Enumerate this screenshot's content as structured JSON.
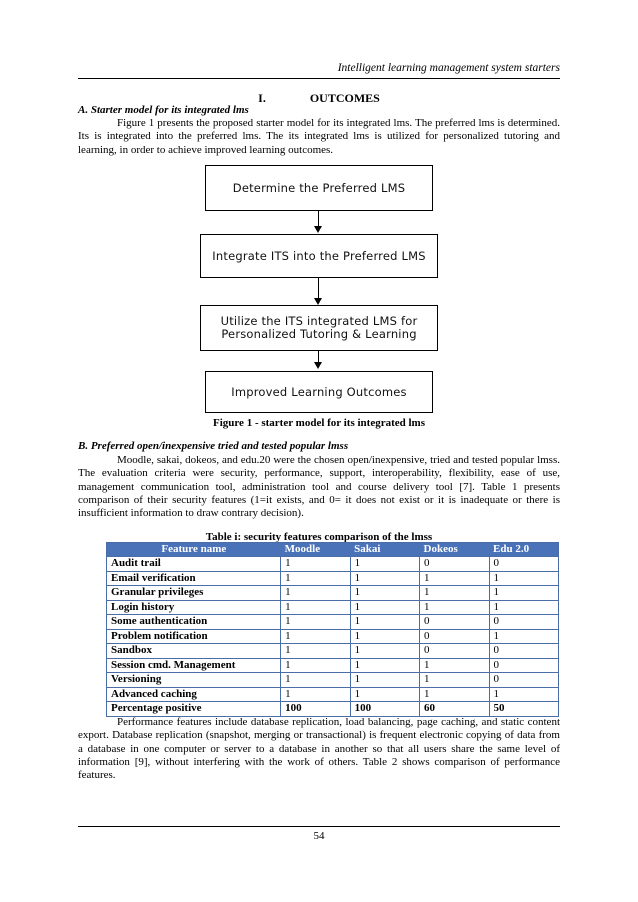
{
  "running_head": "Intelligent learning management system starters",
  "section": {
    "number": "I.",
    "title": "OUTCOMES"
  },
  "subsection_a": {
    "heading": "A. Starter model for its integrated lms",
    "paragraph": "Figure 1 presents the proposed starter model for its integrated lms. The preferred lms is determined. Its is integrated into the preferred lms. The its integrated lms is utilized for personalized tutoring and learning, in order to achieve improved learning outcomes."
  },
  "flowchart": {
    "steps": [
      "Determine the Preferred LMS",
      "Integrate ITS into the Preferred LMS",
      "Utilize the ITS integrated LMS for Personalized Tutoring & Learning",
      "Improved Learning Outcomes"
    ],
    "caption": "Figure 1 - starter model for its integrated lms"
  },
  "subsection_b": {
    "heading": "B. Preferred open/inexpensive tried and tested popular lmss",
    "paragraph": "Moodle, sakai, dokeos, and edu.20 were the chosen open/inexpensive, tried and tested popular lmss. The evaluation criteria were security, performance, support, interoperability, flexibility, ease of use, management communication tool, administration tool and course delivery tool [7]. Table 1 presents comparison of their security features (1=it exists, and 0= it does not exist or it is inadequate or there is insufficient information to draw contrary decision)."
  },
  "table": {
    "caption": "Table i: security features comparison of the lmss",
    "headers": [
      "Feature name",
      "Moodle",
      "Sakai",
      "Dokeos",
      "Edu 2.0"
    ],
    "rows": [
      [
        "Audit trail",
        "1",
        "1",
        "0",
        "0"
      ],
      [
        "Email verification",
        "1",
        "1",
        "1",
        "1"
      ],
      [
        "Granular privileges",
        "1",
        "1",
        "1",
        "1"
      ],
      [
        "Login history",
        "1",
        "1",
        "1",
        "1"
      ],
      [
        "Some authentication",
        "1",
        "1",
        "0",
        "0"
      ],
      [
        "Problem notification",
        "1",
        "1",
        "0",
        "1"
      ],
      [
        "Sandbox",
        "1",
        "1",
        "0",
        "0"
      ],
      [
        "Session cmd. Management",
        "1",
        "1",
        "1",
        "0"
      ],
      [
        "Versioning",
        "1",
        "1",
        "1",
        "0"
      ],
      [
        "Advanced caching",
        "1",
        "1",
        "1",
        "1"
      ],
      [
        "Percentage positive",
        "100",
        "100",
        "60",
        "50"
      ]
    ]
  },
  "closing_paragraph": "Performance features include database replication, load balancing, page caching, and static content export. Database replication (snapshot, merging or transactional) is frequent electronic copying of data from a database in one computer or server to a database in another so that all users share the same level of information [9], without interfering with the work of others. Table 2 shows comparison of performance features.",
  "page_number": "54"
}
